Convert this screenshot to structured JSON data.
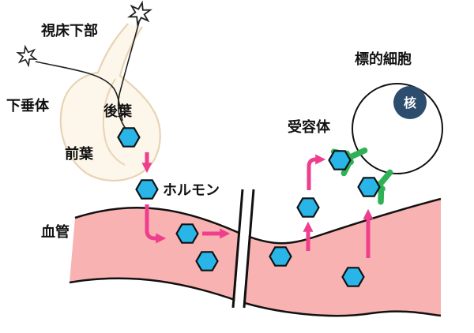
{
  "figure": {
    "labels": {
      "hypothalamus": "視床下部",
      "pituitary": "下垂体",
      "posterior_lobe": "後葉",
      "anterior_lobe": "前葉",
      "hormone": "ホルモン",
      "blood_vessel": "血管",
      "receptor": "受容体",
      "target_cell": "標的細胞",
      "nucleus": "核"
    },
    "colors": {
      "hormone": "#2ab5e8",
      "vessel": "#f9b2b2",
      "arrow": "#ee3e8d",
      "receptor": "#2fb157",
      "nucleus": "#2d4d6e",
      "gland_fill": "#fdf6ea",
      "gland_outline": "#e8d4b4"
    }
  }
}
